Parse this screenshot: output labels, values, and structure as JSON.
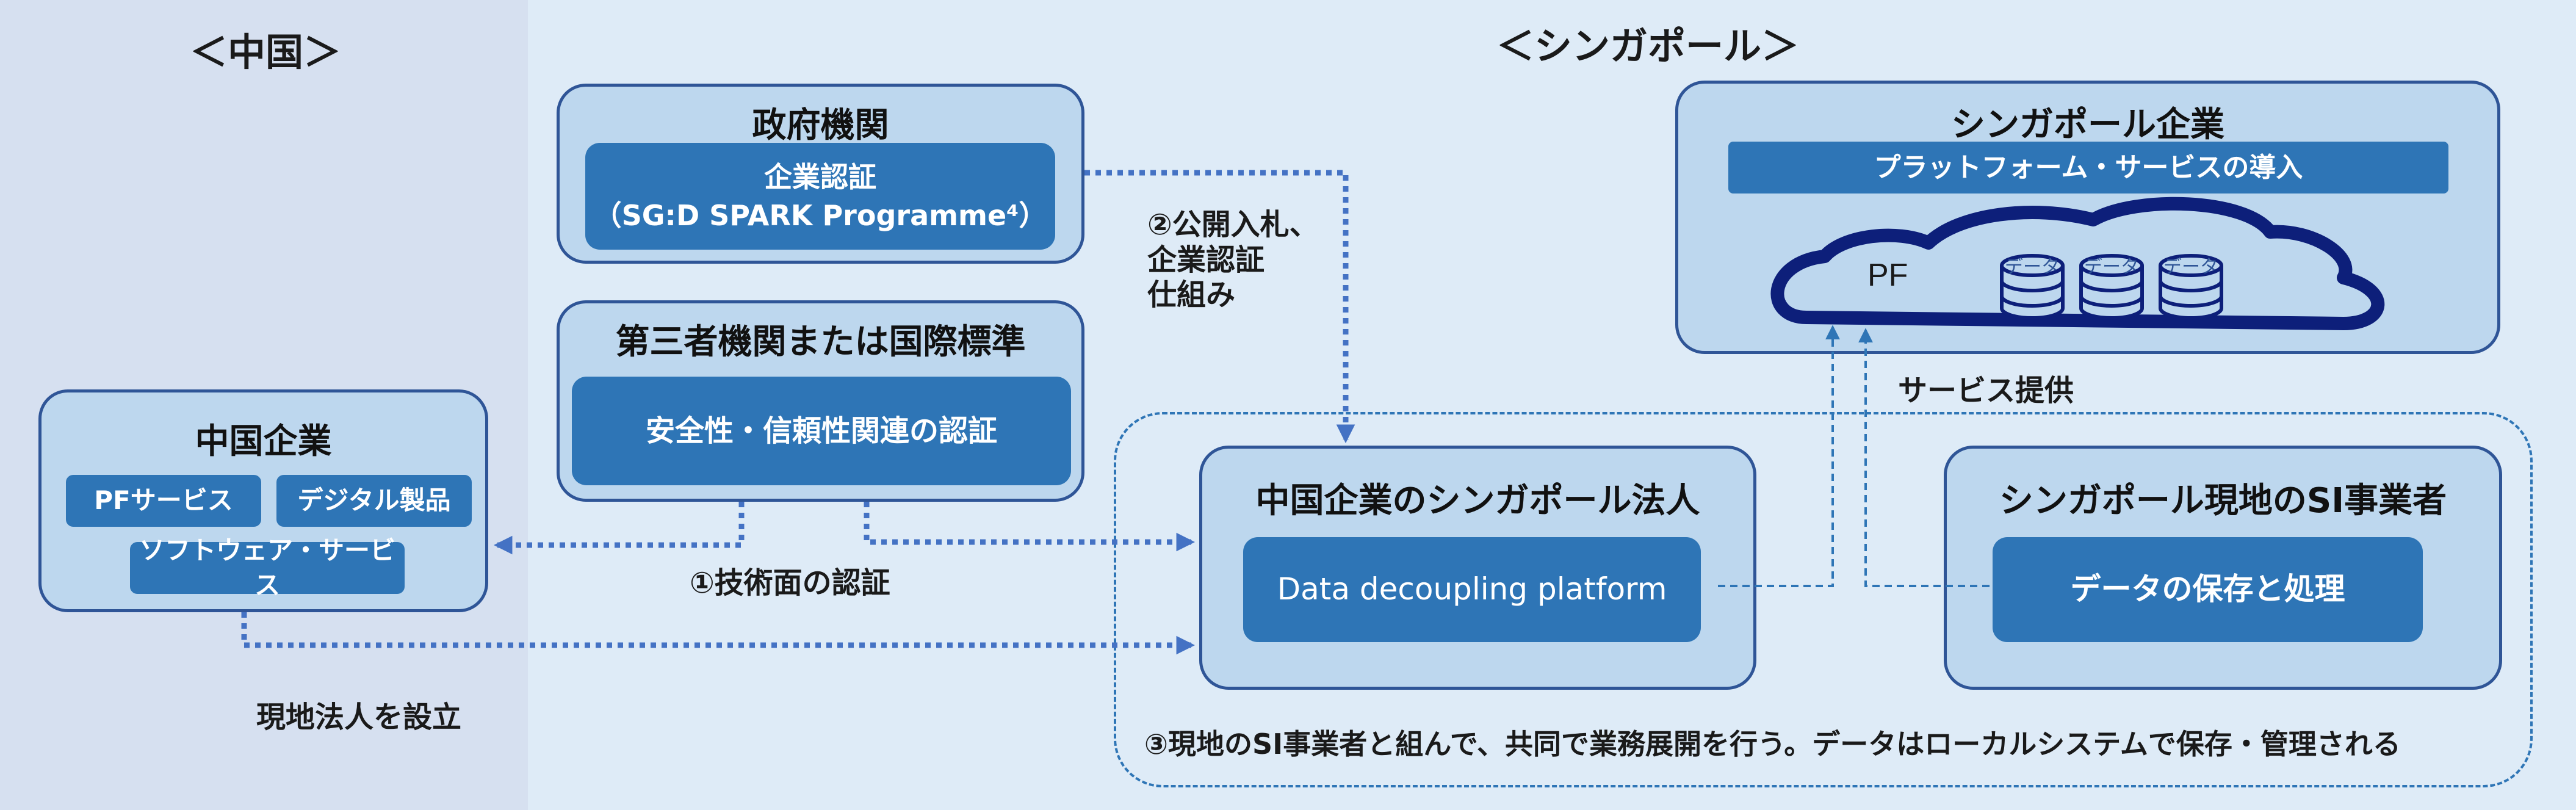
{
  "regions": {
    "china": "＜中国＞",
    "singapore": "＜シンガポール＞"
  },
  "government": {
    "title": "政府機関",
    "cert_line1": "企業認証",
    "cert_line2": "（SG:D SPARK Programme⁴）"
  },
  "third_party": {
    "title": "第三者機関または国際標準",
    "cert": "安全性・信頼性関連の認証"
  },
  "china_company": {
    "title": "中国企業",
    "items": [
      "PFサービス",
      "デジタル製品",
      "ソフトウェア・サービス"
    ]
  },
  "sg_company": {
    "title": "シンガポール企業",
    "banner": "プラットフォーム・サービスの導入",
    "pf_label": "PF",
    "db_label": "データ"
  },
  "sg_entity": {
    "title": "中国企業のシンガポール法人",
    "platform": "Data decoupling platform"
  },
  "sg_si": {
    "title": "シンガポール現地のSI事業者",
    "task": "データの保存と処理"
  },
  "labels": {
    "tech_cert": "①技術面の認証",
    "tender_line1": "②公開入札、",
    "tender_line2": "企業認証",
    "tender_line3": "仕組み",
    "service": "サービス提供",
    "local_entity": "現地法人を設立",
    "collab": "③現地のSI事業者と組んで、共同で業務展開を行う。データはローカルシステムで保存・管理される"
  },
  "colors": {
    "panel_fill": "#bdd7ee",
    "panel_border": "#2f5597",
    "box_fill": "#2e75b6",
    "china_bg": "#d6e0f0",
    "sg_bg": "#deebf7",
    "cloud_stroke": "#0d1f7a"
  }
}
